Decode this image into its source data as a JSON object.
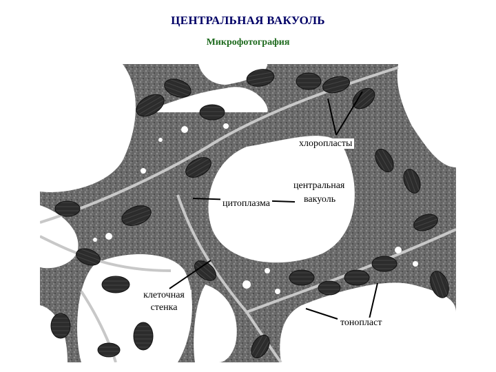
{
  "header": {
    "title": "ЦЕНТРАЛЬНАЯ ВАКУОЛЬ",
    "subtitle": "Микрофотография"
  },
  "labels": {
    "chloroplasts": "хлоропласты",
    "vacuole_line1": "центральная",
    "vacuole_line2": "вакуоль",
    "cytoplasm": "цитоплазма",
    "wall_line1": "клеточная",
    "wall_line2": "стенка",
    "tonoplast": "тонопласт"
  },
  "colors": {
    "title": "#000066",
    "subtitle": "#1f6b1f",
    "cytoplasm": "#6e6e6e",
    "chloroplast": "#2a2a2a",
    "vacuole": "#ffffff"
  }
}
